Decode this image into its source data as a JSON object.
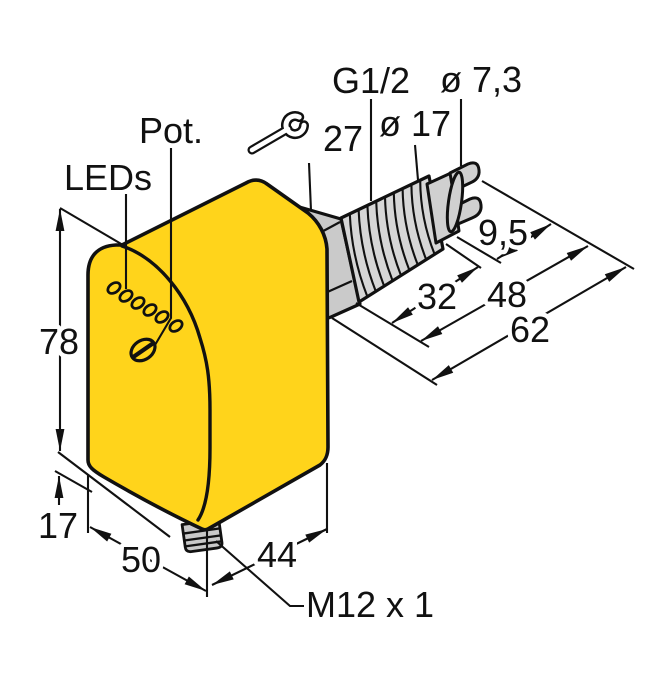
{
  "drawing_type": "product dimensional drawing",
  "colors": {
    "housing_yellow": "#FFD41B",
    "metal_gray": "#D0D0D0",
    "metal_gray_dark": "#CACACA",
    "line_black": "#111111",
    "background": "#FFFFFF"
  },
  "labels": {
    "leds": "LEDs",
    "potentiometer": "Pot.",
    "wrench_size": "27",
    "process_thread": "G1/2",
    "tip_diameter": "ø 7,3",
    "shaft_diameter": "ø 17",
    "connector_thread": "M12 x 1"
  },
  "dimensions": {
    "housing_height": "78",
    "base_depth": "17",
    "housing_width": "50",
    "housing_depth": "44",
    "tip_length": "9,5",
    "thread_length": "32",
    "shaft_length": "48",
    "probe_length": "62"
  }
}
